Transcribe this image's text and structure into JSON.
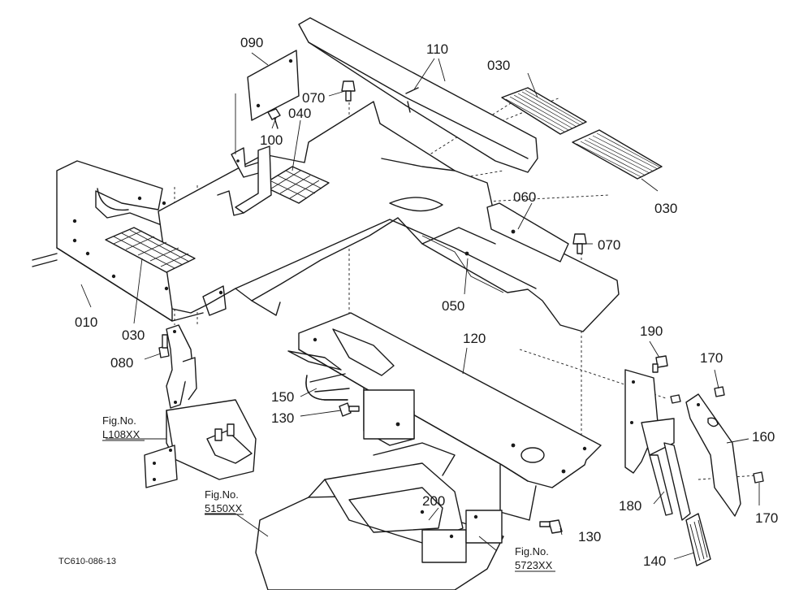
{
  "parts": {
    "p010": "010",
    "p030a": "030",
    "p030b": "030",
    "p030c": "030",
    "p040": "040",
    "p050": "050",
    "p060": "060",
    "p070a": "070",
    "p070b": "070",
    "p080": "080",
    "p090": "090",
    "p100": "100",
    "p110": "110",
    "p120": "120",
    "p130a": "130",
    "p130b": "130",
    "p140": "140",
    "p150": "150",
    "p160": "160",
    "p170a": "170",
    "p170b": "170",
    "p180": "180",
    "p190": "190",
    "p200": "200"
  },
  "references": {
    "fig_l108_label": "Fig.No.",
    "fig_l108_code": "L108XX",
    "fig_5150_label": "Fig.No.",
    "fig_5150_code": "5150XX",
    "fig_5723_label": "Fig.No.",
    "fig_5723_code": "5723XX"
  },
  "drawing_code": "TC610-086-13"
}
